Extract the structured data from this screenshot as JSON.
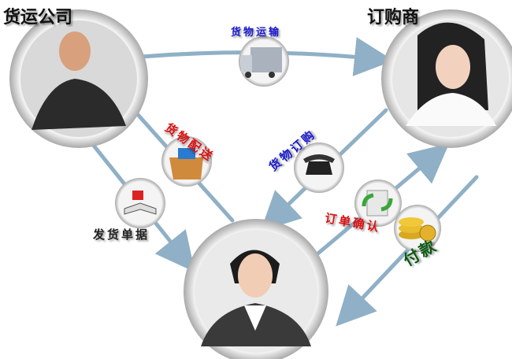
{
  "nodes": {
    "shipper": {
      "label": "货运公司"
    },
    "buyer": {
      "label": "订购商"
    },
    "service": {
      "label": ""
    }
  },
  "flows": {
    "transport": {
      "label": "货物运输",
      "color": "#1a1ad0"
    },
    "delivery": {
      "label": "货物配送",
      "color": "#e01010"
    },
    "order": {
      "label": "货物订购",
      "color": "#1a1ad0"
    },
    "waybill": {
      "label": "发货单据",
      "color": "#222222"
    },
    "confirm": {
      "label": "订单确认",
      "color": "#e01010"
    },
    "payment": {
      "label": "付款",
      "color": "#0a5a12"
    }
  },
  "colors": {
    "arrow": "#8fb0c6",
    "ring": "#c9c9c9"
  }
}
